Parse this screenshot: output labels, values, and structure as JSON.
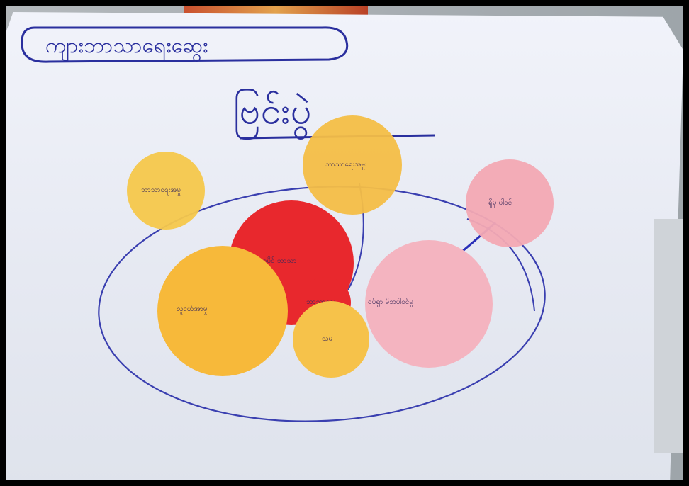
{
  "photo": {
    "title_box_text": "ကျားဘာသာရေးဆွေး",
    "heading_text": "ဗြင်းပွဲ",
    "stickers": [
      {
        "label": "ဘာသာရေးအမှု",
        "color": "#f6c84b"
      },
      {
        "label": "ဘာသာရေးအမှုး",
        "color": "#f4be46"
      },
      {
        "label": "ရှိမှ ပါဝင်",
        "color": "#f3a9b3"
      },
      {
        "label": "အာဏာပိုင် ဘာသာ",
        "color": "#e8282d"
      },
      {
        "label": "လူငယ်အာမှု",
        "color": "#f7b93a"
      },
      {
        "label": "ဘာသာရေး",
        "color": "#e8282d"
      },
      {
        "label": "သမ",
        "color": "#f6c24a"
      },
      {
        "label": "ရပ်ရွာ မိဘပါဝင်မှု",
        "color": "#f4b4c0"
      }
    ],
    "ink_color": "#2a2f9e"
  }
}
